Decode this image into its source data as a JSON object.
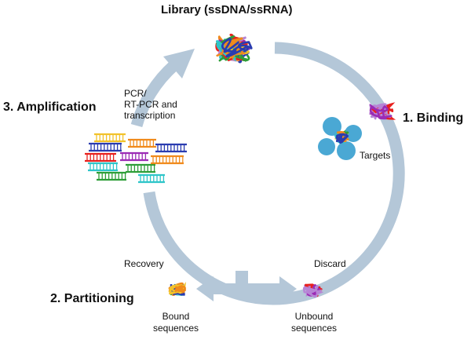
{
  "library": {
    "title": "Library (ssDNA/ssRNA)"
  },
  "steps": {
    "binding": "1. Binding",
    "partitioning": "2. Partitioning",
    "amplification": "3. Amplification"
  },
  "labels": {
    "targets": "Targets",
    "recovery": "Recovery",
    "discard": "Discard",
    "bound_line1": "Bound",
    "bound_line2": "sequences",
    "unbound_line1": "Unbound",
    "unbound_line2": "sequences",
    "pcr_line1": "PCR/",
    "pcr_line2": "RT-PCR and",
    "pcr_line3": "transcription"
  },
  "colors": {
    "cycle": "#b4c7d8",
    "target": "#4aa8d4",
    "strands": [
      "#e8211e",
      "#2a3cb0",
      "#2e9e38",
      "#f08a1c",
      "#b784d6",
      "#2ec5c9",
      "#f2c22a",
      "#9b2bb5"
    ]
  }
}
